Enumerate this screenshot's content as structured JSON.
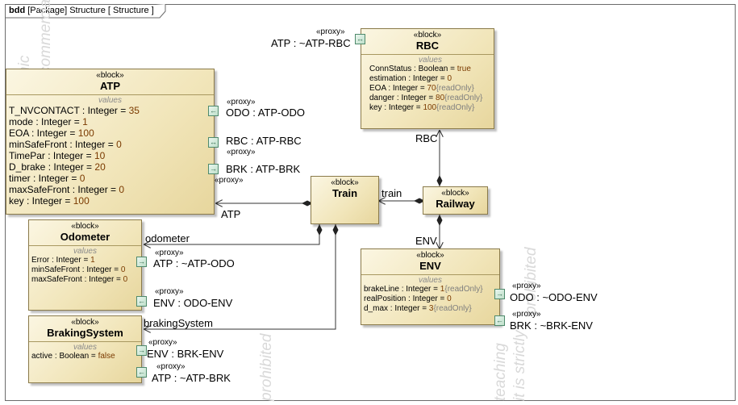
{
  "frame": {
    "kind": "bdd",
    "title": "[Package] Structure [ Structure ]"
  },
  "watermarks": [
    "academic",
    "commercial",
    "prohibited",
    "prohibited",
    "teaching",
    "it is strictly"
  ],
  "blocks": {
    "atp": {
      "stereotype": "«block»",
      "name": "ATP",
      "compartment": "values",
      "attrs": [
        {
          "name": "T_NVCONTACT : Integer = ",
          "value": "35",
          "suffix": ""
        },
        {
          "name": "mode : Integer = ",
          "value": "1",
          "suffix": ""
        },
        {
          "name": "EOA : Integer = ",
          "value": "100",
          "suffix": ""
        },
        {
          "name": "minSafeFront : Integer = ",
          "value": "0",
          "suffix": ""
        },
        {
          "name": "TimePar : Integer = ",
          "value": "10",
          "suffix": ""
        },
        {
          "name": "D_brake : Integer = ",
          "value": "20",
          "suffix": ""
        },
        {
          "name": "timer : Integer = ",
          "value": "0",
          "suffix": ""
        },
        {
          "name": "maxSafeFront : Integer = ",
          "value": "0",
          "suffix": ""
        },
        {
          "name": "key : Integer = ",
          "value": "100",
          "suffix": ""
        }
      ]
    },
    "rbc": {
      "stereotype": "«block»",
      "name": "RBC",
      "compartment": "values",
      "attrs": [
        {
          "name": "ConnStatus : Boolean = ",
          "value": "true",
          "suffix": ""
        },
        {
          "name": "estimation : Integer = ",
          "value": "0",
          "suffix": ""
        },
        {
          "name": "EOA : Integer = ",
          "value": "70",
          "suffix": "{readOnly}"
        },
        {
          "name": "danger : Integer = ",
          "value": "80",
          "suffix": "{readOnly}"
        },
        {
          "name": "key : Integer = ",
          "value": "100",
          "suffix": "{readOnly}"
        }
      ]
    },
    "train": {
      "stereotype": "«block»",
      "name": "Train"
    },
    "railway": {
      "stereotype": "«block»",
      "name": "Railway"
    },
    "odometer": {
      "stereotype": "«block»",
      "name": "Odometer",
      "compartment": "values",
      "attrs": [
        {
          "name": "Error : Integer = ",
          "value": "1",
          "suffix": ""
        },
        {
          "name": "minSafeFront : Integer = ",
          "value": "0",
          "suffix": ""
        },
        {
          "name": "maxSafeFront : Integer = ",
          "value": "0",
          "suffix": ""
        }
      ]
    },
    "env": {
      "stereotype": "«block»",
      "name": "ENV",
      "compartment": "values",
      "attrs": [
        {
          "name": "brakeLine : Integer = ",
          "value": "1",
          "suffix": "{readOnly}"
        },
        {
          "name": "realPosition : Integer = ",
          "value": "0",
          "suffix": ""
        },
        {
          "name": "d_max : Integer = ",
          "value": "3",
          "suffix": "{readOnly}"
        }
      ]
    },
    "braking": {
      "stereotype": "«block»",
      "name": "BrakingSystem",
      "compartment": "values",
      "attrs": [
        {
          "name": "active : Boolean = ",
          "value": "false",
          "suffix": ""
        }
      ]
    }
  },
  "ports": {
    "atp_odo": {
      "stereo": "«proxy»",
      "label": "ODO : ATP-ODO"
    },
    "atp_rbc": {
      "stereo": "",
      "label": "RBC : ATP-RBC"
    },
    "atp_brk": {
      "stereo": "«proxy»",
      "label": "BRK : ATP-BRK"
    },
    "atp_brk_under": {
      "stereo": "«proxy»"
    },
    "rbc_atp": {
      "stereo": "«proxy»",
      "label": "ATP : ~ATP-RBC"
    },
    "odo_atp": {
      "stereo": "«proxy»",
      "label": "ATP : ~ATP-ODO"
    },
    "odo_env": {
      "stereo": "«proxy»",
      "label": "ENV : ODO-ENV"
    },
    "env_odo": {
      "stereo": "«proxy»",
      "label": "ODO : ~ODO-ENV"
    },
    "env_brk": {
      "stereo": "«proxy»",
      "label": "BRK : ~BRK-ENV"
    },
    "brk_env": {
      "stereo": "«proxy»",
      "label": "ENV : BRK-ENV"
    },
    "brk_atp": {
      "stereo": "«proxy»",
      "label": "ATP : ~ATP-BRK"
    }
  },
  "roles": {
    "atp": "ATP",
    "rbc": "RBC",
    "train": "train",
    "env": "ENV",
    "odometer": "odometer",
    "braking": "brakingSystem"
  }
}
